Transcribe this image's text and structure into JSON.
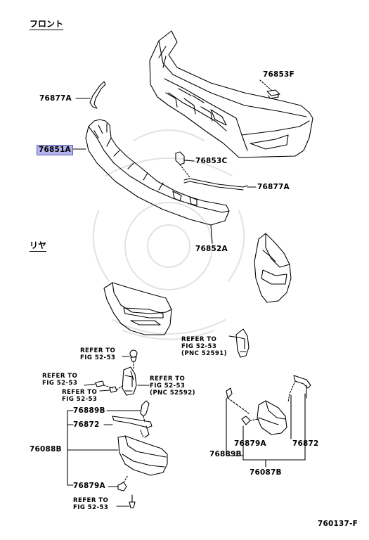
{
  "sections": {
    "front": "フロント",
    "rear": "リヤ"
  },
  "highlight_color": "#b4b4ee",
  "parts": {
    "p76853F": "76853F",
    "p76877A_top": "76877A",
    "p76851A": "76851A",
    "p76853C": "76853C",
    "p76877A_mid": "76877A",
    "p76852A": "76852A",
    "p76889B_left": "76889B",
    "p76872_left": "76872",
    "p76088B": "76088B",
    "p76879A_left": "76879A",
    "p76879A_right": "76879A",
    "p76872_right": "76872",
    "p76889B_right": "76889B",
    "p76087B": "76087B"
  },
  "refs": {
    "r1_l1": "REFER TO",
    "r1_l2": "FIG 52-53",
    "r2_l1": "REFER TO",
    "r2_l2": "FIG 52-53",
    "r3_l1": "REFER TO",
    "r3_l2": "FIG 52-53",
    "r4_l1": "REFER TO",
    "r4_l2": "FIG 52-53",
    "r4_l3": "(PNC 52592)",
    "r5_l1": "REFER TO",
    "r5_l2": "FIG 52-53",
    "r5_l3": "(PNC 52591)",
    "r6_l1": "REFER TO",
    "r6_l2": "FIG 52-53"
  },
  "figure_id": "760137-F"
}
